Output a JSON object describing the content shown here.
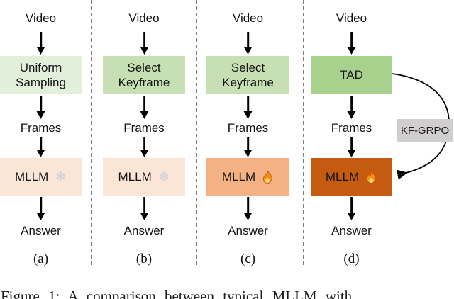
{
  "figure": {
    "caption": "Figure 1: A comparison between typical MLLM with"
  },
  "panels": [
    {
      "letter": "(a)",
      "video_label": "Video",
      "stage_label": "Uniform Sampling",
      "stage_bg": "#e2efda",
      "frames_label": "Frames",
      "mllm_label": "MLLM",
      "mllm_bg": "#fbe5d6",
      "mllm_icon": "snowflake",
      "answer_label": "Answer"
    },
    {
      "letter": "(b)",
      "video_label": "Video",
      "stage_label": "Select Keyframe",
      "stage_bg": "#c6e0b4",
      "frames_label": "Frames",
      "mllm_label": "MLLM",
      "mllm_bg": "#fbe5d6",
      "mllm_icon": "snowflake",
      "answer_label": "Answer"
    },
    {
      "letter": "(c)",
      "video_label": "Video",
      "stage_label": "Select Keyframe",
      "stage_bg": "#c6e0b4",
      "frames_label": "Frames",
      "mllm_label": "MLLM",
      "mllm_bg": "#f4b183",
      "mllm_icon": "fire",
      "answer_label": "Answer"
    },
    {
      "letter": "(d)",
      "video_label": "Video",
      "stage_label": "TAD",
      "stage_bg": "#a9d18e",
      "frames_label": "Frames",
      "mllm_label": "MLLM",
      "mllm_bg": "#c55a11",
      "mllm_icon": "fire",
      "answer_label": "Answer"
    }
  ],
  "kf_grpo": {
    "label": "KF-GRPO",
    "bg": "#d0cece"
  },
  "colors": {
    "divider": "#7c7c7c",
    "arrow": "#000000",
    "snowflake": "#ced2d6",
    "fire_outer": "#f4900c",
    "fire_inner": "#ffd983"
  }
}
